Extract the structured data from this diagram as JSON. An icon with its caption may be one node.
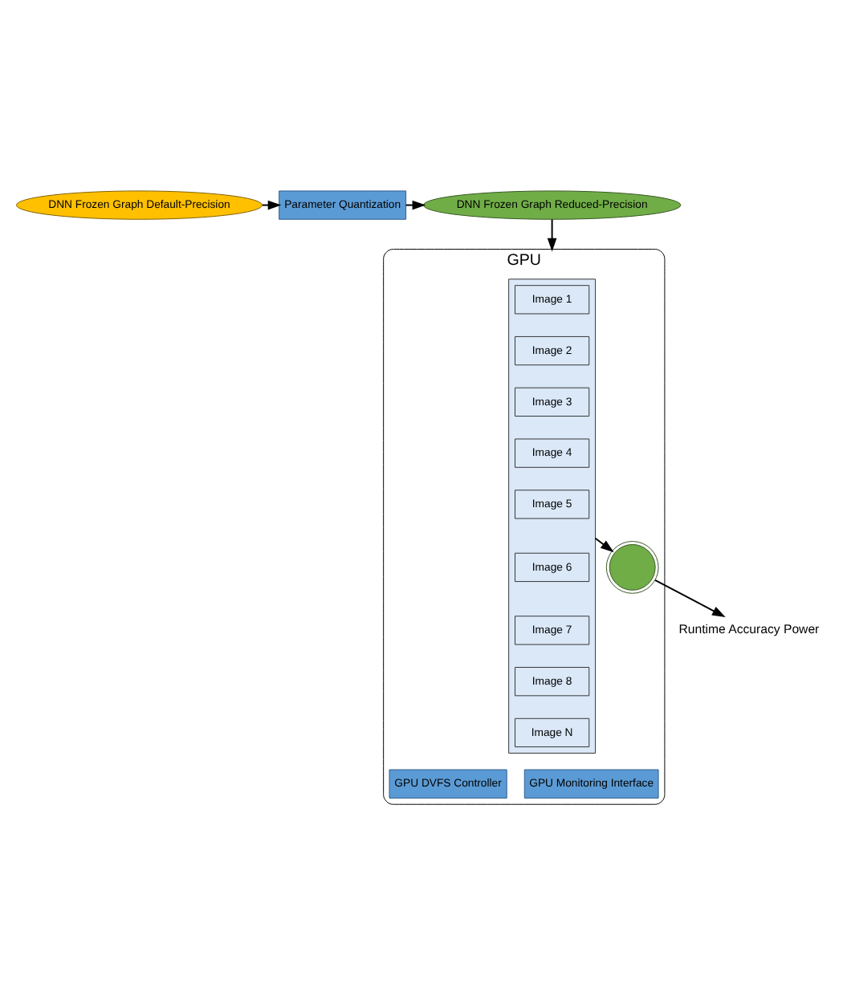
{
  "diagram": {
    "nodes": [
      {
        "text": [
          "DNN Frozen Graph Default-Precision"
        ]
      },
      {
        "text": [
          "Parameter Quantization"
        ]
      },
      {
        "text": [
          "DNN Frozen Graph Reduced-Precision"
        ]
      },
      {
        "text": [
          "GPU"
        ]
      },
      {
        "text": [],
        "shape": "box",
        "in": 3
      },
      {
        "text": [
          "Image 1"
        ],
        "in": 4
      },
      {
        "text": [
          "Image 2"
        ],
        "in": 4
      },
      {
        "text": [
          "Image 3"
        ],
        "in": 4
      },
      {
        "text": [
          "Image 4"
        ],
        "in": 4
      },
      {
        "text": [
          "Image 5"
        ],
        "in": 4
      },
      {
        "text": [
          "Image 6"
        ],
        "in": 4
      },
      {
        "text": [
          "Image 7"
        ],
        "in": 4
      },
      {
        "text": [
          "Image 8"
        ],
        "in": 4
      },
      {
        "text": [
          "Image N"
        ],
        "in": 4
      },
      {
        "text": [],
        "shape": "picture",
        "in": 3
      },
      {
        "text": [
          "GPU DVFS Controller"
        ],
        "in": 3
      },
      {
        "text": [
          "GPU Monitoring Interface"
        ],
        "in": 3
      },
      {
        "text": [
          "Runtime Accuracy Power"
        ]
      }
    ],
    "edges": [
      {
        "from": 0,
        "to": 1,
        "arrow": "to"
      },
      {
        "from": 1,
        "to": 2,
        "arrow": "to"
      },
      {
        "from": 2,
        "to": 3,
        "arrow": "to"
      },
      {
        "from": 4,
        "to": 14,
        "arrow": "to"
      },
      {
        "from": 14,
        "to": 17,
        "arrow": "to"
      }
    ]
  }
}
